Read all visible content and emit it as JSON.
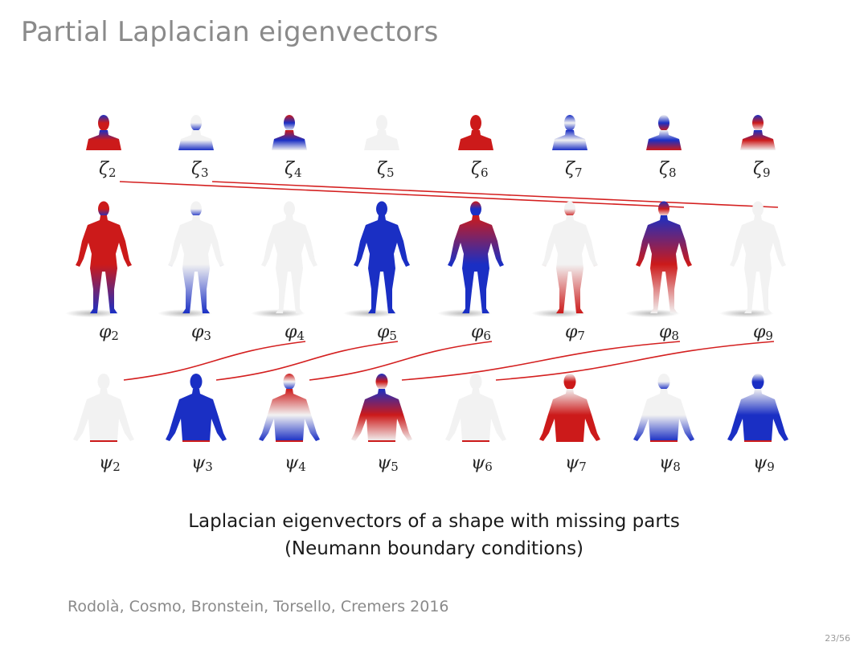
{
  "slide": {
    "title": "Partial Laplacian eigenvectors",
    "caption_line1": "Laplacian eigenvectors of a shape with missing parts",
    "caption_line2": "(Neumann boundary conditions)",
    "citation": "Rodolà, Cosmo, Bronstein, Torsello, Cremers 2016",
    "page_number": "23/56"
  },
  "colors": {
    "red": "#cc1a1a",
    "blue": "#1a2fc4",
    "white": "#f2f2f2",
    "line": "#d42020"
  },
  "rows": [
    {
      "name": "zeta-row",
      "shape": "bust",
      "symbol": "ζ",
      "labels": [
        "2",
        "3",
        "4",
        "5",
        "6",
        "7",
        "8",
        "9"
      ],
      "patterns": [
        [
          "blue",
          "red",
          "red"
        ],
        [
          "white",
          "white",
          "blue"
        ],
        [
          "red",
          "blue",
          "white"
        ],
        [
          "white",
          "white",
          "white"
        ],
        [
          "red",
          "red",
          "red"
        ],
        [
          "blue",
          "white",
          "blue"
        ],
        [
          "white",
          "blue",
          "red"
        ],
        [
          "blue",
          "red",
          "white"
        ]
      ]
    },
    {
      "name": "phi-row",
      "shape": "full",
      "symbol": "φ",
      "labels": [
        "2",
        "3",
        "4",
        "5",
        "6",
        "7",
        "8",
        "9"
      ],
      "patterns": [
        [
          "red",
          "red",
          "blue"
        ],
        [
          "white",
          "white",
          "blue"
        ],
        [
          "white",
          "white",
          "white"
        ],
        [
          "blue",
          "blue",
          "blue"
        ],
        [
          "red",
          "blue",
          "blue"
        ],
        [
          "white",
          "white",
          "red"
        ],
        [
          "blue",
          "red",
          "white"
        ],
        [
          "white",
          "white",
          "white"
        ]
      ]
    },
    {
      "name": "psi-row",
      "shape": "partial",
      "symbol": "ψ",
      "labels": [
        "2",
        "3",
        "4",
        "5",
        "6",
        "7",
        "8",
        "9"
      ],
      "patterns": [
        [
          "white",
          "white",
          "white"
        ],
        [
          "blue",
          "blue",
          "blue"
        ],
        [
          "red",
          "white",
          "blue"
        ],
        [
          "blue",
          "red",
          "white"
        ],
        [
          "white",
          "white",
          "white"
        ],
        [
          "white",
          "red",
          "red"
        ],
        [
          "white",
          "white",
          "blue"
        ],
        [
          "white",
          "blue",
          "blue"
        ]
      ]
    }
  ],
  "correspondences": [
    {
      "from_row": 0,
      "from_col": 0,
      "to_row": 1,
      "to_col": 6
    },
    {
      "from_row": 0,
      "from_col": 1,
      "to_row": 1,
      "to_col": 7
    },
    {
      "from_row": 1,
      "from_col": 2,
      "to_row": 2,
      "to_col": 0
    },
    {
      "from_row": 1,
      "from_col": 3,
      "to_row": 2,
      "to_col": 1
    },
    {
      "from_row": 1,
      "from_col": 4,
      "to_row": 2,
      "to_col": 2
    },
    {
      "from_row": 1,
      "from_col": 6,
      "to_row": 2,
      "to_col": 3
    },
    {
      "from_row": 1,
      "from_col": 7,
      "to_row": 2,
      "to_col": 4
    }
  ]
}
